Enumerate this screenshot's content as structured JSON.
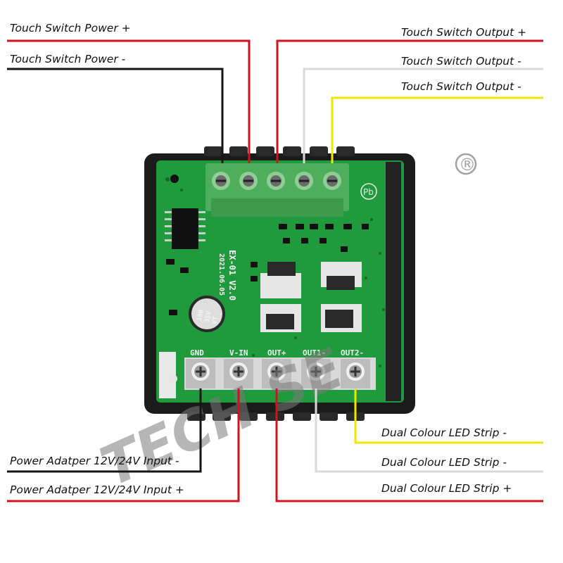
{
  "labels": {
    "touch_power_plus": "Touch Switch  Power +",
    "touch_power_minus": "Touch Switch Power -",
    "touch_output_plus": "Touch Switch  Output +",
    "touch_output_minus_1": "Touch Switch  Output -",
    "touch_output_minus_2": "Touch Switch  Output -",
    "led_strip_minus_1": "Dual Colour LED Strip -",
    "led_strip_minus_2": "Dual Colour LED Strip -",
    "led_strip_plus": "Dual Colour LED Strip +",
    "adapter_minus": "Power Adatper 12V/24V Input -",
    "adapter_plus": "Power Adatper 12V/24V Input +"
  },
  "board": {
    "terminals": [
      "GND",
      "V-IN",
      "OUT+",
      "OUT1-",
      "OUT2-"
    ],
    "model": "EX-01 V2.0",
    "date": "2021.06.05",
    "capacitor_lines": [
      "100",
      "35V",
      "VT"
    ],
    "pb_mark": "Pb"
  },
  "watermark": {
    "text": "TECH       SE",
    "registered": "®"
  },
  "colors": {
    "red_wire": "#d0121f",
    "black_wire": "#151515",
    "white_wire": "#d9d9d9",
    "yellow_wire": "#f2e600",
    "pcb_green": "#1f9a3c",
    "terminal_green": "#4fae5c"
  }
}
